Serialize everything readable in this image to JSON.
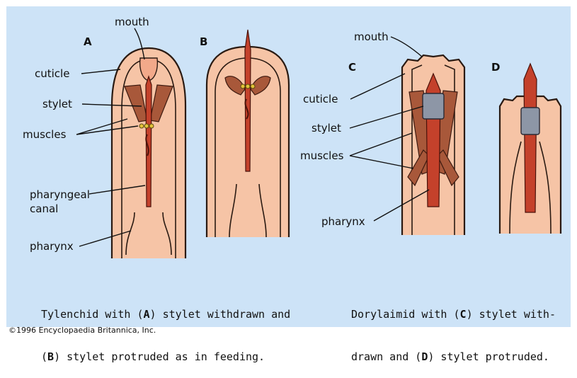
{
  "panels": {
    "A": "A",
    "B": "B",
    "C": "C",
    "D": "D"
  },
  "labels_left": {
    "mouth": "mouth",
    "cuticle": "cuticle",
    "stylet": "stylet",
    "muscles": "muscles",
    "pharyngeal_1": "pharyngeal",
    "pharyngeal_2": "canal",
    "pharynx": "pharynx"
  },
  "labels_right": {
    "mouth": "mouth",
    "cuticle": "cuticle",
    "stylet": "stylet",
    "muscles": "muscles",
    "pharynx": "pharynx"
  },
  "caption_left": {
    "line1_a": "Tylenchid with (",
    "line1_b": "A",
    "line1_c": ") stylet withdrawn and",
    "line2_a": "(",
    "line2_b": "B",
    "line2_c": ") stylet protruded as in feeding."
  },
  "caption_right": {
    "line1_a": "Dorylaimid with (",
    "line1_b": "C",
    "line1_c": ") stylet with-",
    "line2_a": "drawn and (",
    "line2_b": "D",
    "line2_c": ") stylet protruded."
  },
  "credit": "©1996 Encyclopaedia Britannica, Inc.",
  "colors": {
    "background": "#cde3f7",
    "body_fill": "#f6c4a6",
    "stylet": "#c4412b",
    "muscle": "#a8583a",
    "sheath": "#8d96a6"
  }
}
